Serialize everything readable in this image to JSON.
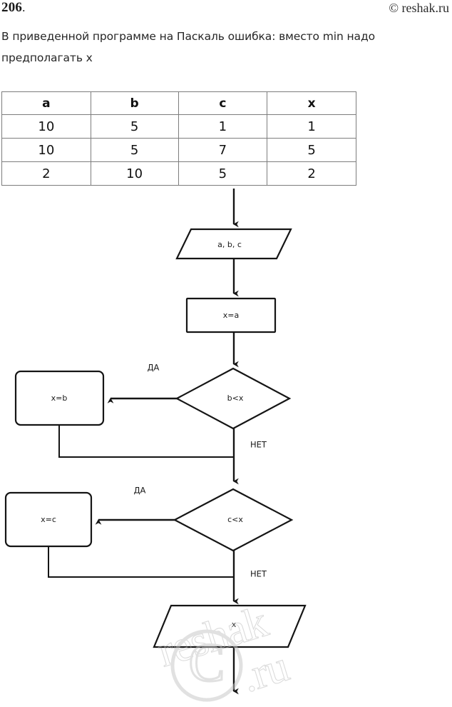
{
  "header": {
    "exercise_number": "206",
    "exercise_number_dot": ".",
    "copyright": "© reshak.ru"
  },
  "question": {
    "text": "В приведенной программе на Паскаль ошибка: вместо min надо предполагать x"
  },
  "table": {
    "columns": [
      "a",
      "b",
      "c",
      "x"
    ],
    "rows": [
      [
        "10",
        "5",
        "1",
        "1"
      ],
      [
        "10",
        "5",
        "7",
        "5"
      ],
      [
        "2",
        "10",
        "5",
        "2"
      ]
    ]
  },
  "flowchart": {
    "nodes": {
      "input": "a, b, c",
      "assign_a": "x=a",
      "decision_b": "b<x",
      "assign_b": "x=b",
      "decision_c": "c<x",
      "assign_c": "x=c",
      "output": "x"
    },
    "edge_labels": {
      "yes_b": "ДА",
      "no_b": "НЕТ",
      "yes_c": "ДА",
      "no_c": "НЕТ"
    }
  },
  "watermark": {
    "text": "reshak",
    "suffix": ".ru",
    "symbol": "C"
  },
  "colors": {
    "stroke": "#151515",
    "table_border": "#7d7d7d",
    "text": "#1a1a1a",
    "watermark": "#c4c4c4"
  }
}
